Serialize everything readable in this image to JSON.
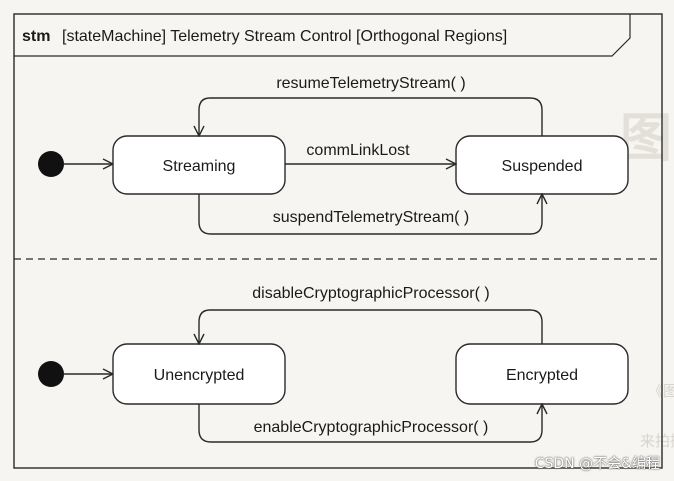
{
  "frame": {
    "keyword": "stm",
    "title": "[stateMachine] Telemetry Stream Control [Orthogonal Regions]"
  },
  "region_top": {
    "states": {
      "streaming": "Streaming",
      "suspended": "Suspended"
    },
    "transitions": {
      "resume": "resumeTelemetryStream( )",
      "comm_link_lost": "commLinkLost",
      "suspend": "suspendTelemetryStream( )"
    }
  },
  "region_bottom": {
    "states": {
      "unencrypted": "Unencrypted",
      "encrypted": "Encrypted"
    },
    "transitions": {
      "disable": "disableCryptographicProcessor( )",
      "enable": "enableCryptographicProcessor( )"
    }
  },
  "background_text": {
    "big": "图",
    "line1": "《图书",
    "line2": "来拍摄"
  },
  "watermark": "CSDN @不会&编程",
  "colors": {
    "stroke": "#2a2a2a",
    "initial_node": "#111111",
    "background": "#f6f5f1"
  }
}
